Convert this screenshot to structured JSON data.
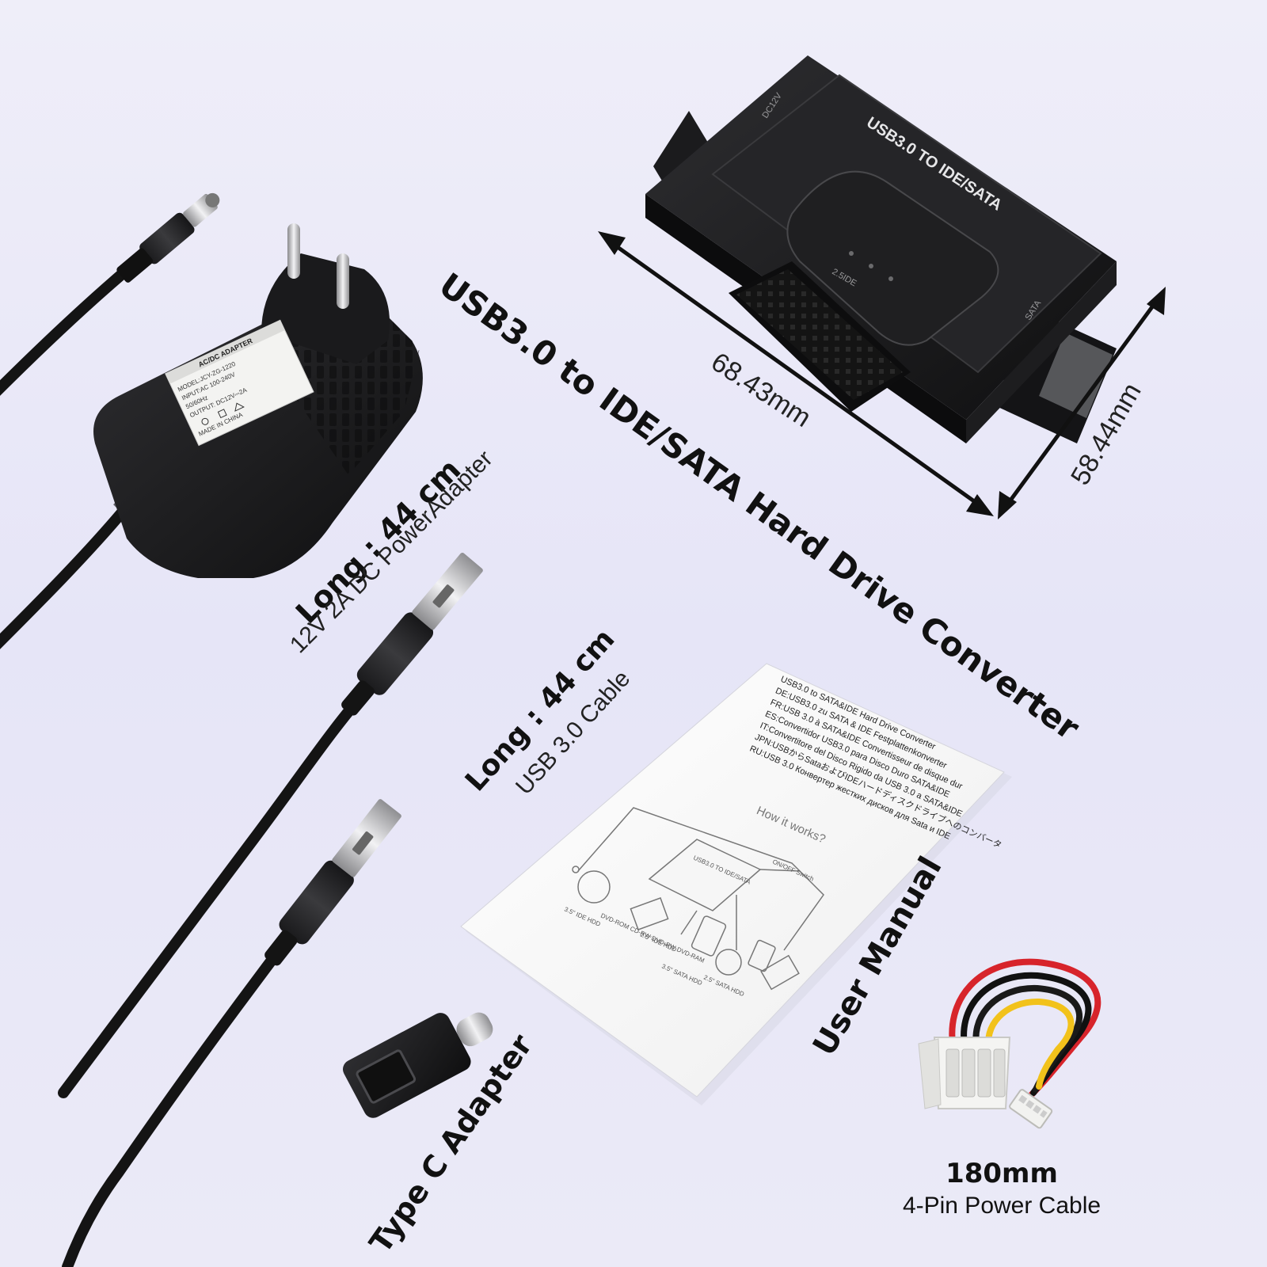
{
  "colors": {
    "background": "#e9e8f8",
    "device": "#1a1a1c",
    "text": "#111111",
    "cable_red": "#d7242b",
    "cable_yellow": "#f2c21b",
    "connector_white": "#f4f4f2"
  },
  "converter": {
    "heading": "USB3.0 to IDE/SATA Hard Drive Converter",
    "top_print": "USB3.0 TO IDE/SATA",
    "side_print": "2.5IDE",
    "sata_print": "SATA",
    "dc_print": "DC12V",
    "width": "68.43mm",
    "depth": "58.44mm"
  },
  "power_adapter": {
    "length": "Long : 44 cm",
    "description": "12V 2A DC PowerAdapter",
    "label_title": "AC/DC ADAPTER",
    "label_lines": [
      "MODEL:JCY-ZG-1220",
      "INPUT:AC 100-240V",
      "50/60Hz",
      "OUTPUT: DC12V⎓2A",
      "MADE IN CHINA"
    ]
  },
  "usb_cable": {
    "length": "Long : 44 cm",
    "description": "USB 3.0 Cable"
  },
  "type_c_adapter": {
    "label": "Type C Adapter"
  },
  "manual": {
    "label": "User Manual",
    "lines": [
      "USB3.0 to SATA&IDE Hard Drive Converter",
      "DE:USB3.0 zu SATA & IDE Festplattenkonverter",
      "FR:USB 3.0 à SATA&IDE Convertisseur de disque dur",
      "ES:Convertidor USB3.0 para Disco Duro SATA&IDE",
      "IT:Convertitore del Disco Rigido da USB 3.0 a SATA&IDE",
      "JPN:USBからSataおよびIDEハードディスクドライブへのコンバータ",
      "RU:USB 3.0 Конвертер жестких дисков для Sata и IDE"
    ],
    "diagram_title": "How it works?",
    "diagram_device": "USB3.0 TO IDE/SATA",
    "switch_label": "ON/OFF Switch",
    "diagram_labels": [
      "3.5\" IDE HDD",
      "DVD-ROM CD-RW DVD-RW DVD-RAM",
      "2.5\" IDE HDD",
      "3.5\" SATA HDD",
      "2.5\" SATA HDD"
    ]
  },
  "power_cable": {
    "length": "180mm",
    "description": "4-Pin Power Cable"
  }
}
